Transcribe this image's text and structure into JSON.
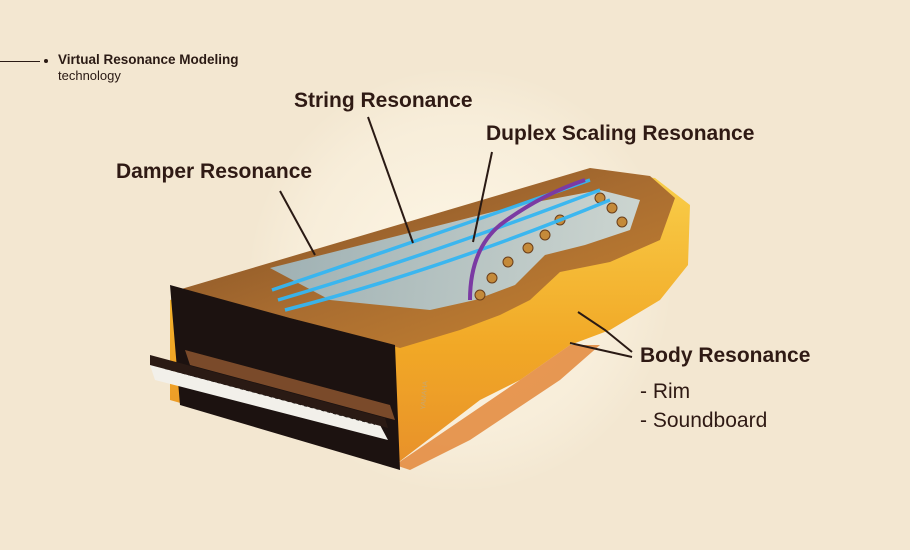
{
  "brand": {
    "title": "Virtual Resonance Modeling",
    "subtitle": "technology"
  },
  "labels": {
    "string": "String Resonance",
    "duplex": "Duplex Scaling Resonance",
    "damper": "Damper Resonance",
    "body": "Body Resonance"
  },
  "body_items": [
    "- Rim",
    "- Soundboard"
  ],
  "piano_brand_mark": "YAMAHA",
  "colors": {
    "background": "#f3e7d1",
    "text": "#2f1a14",
    "body_highlight": "#f5b52a",
    "string_highlight": "#35b6f2",
    "duplex_highlight": "#7b3aa3"
  }
}
